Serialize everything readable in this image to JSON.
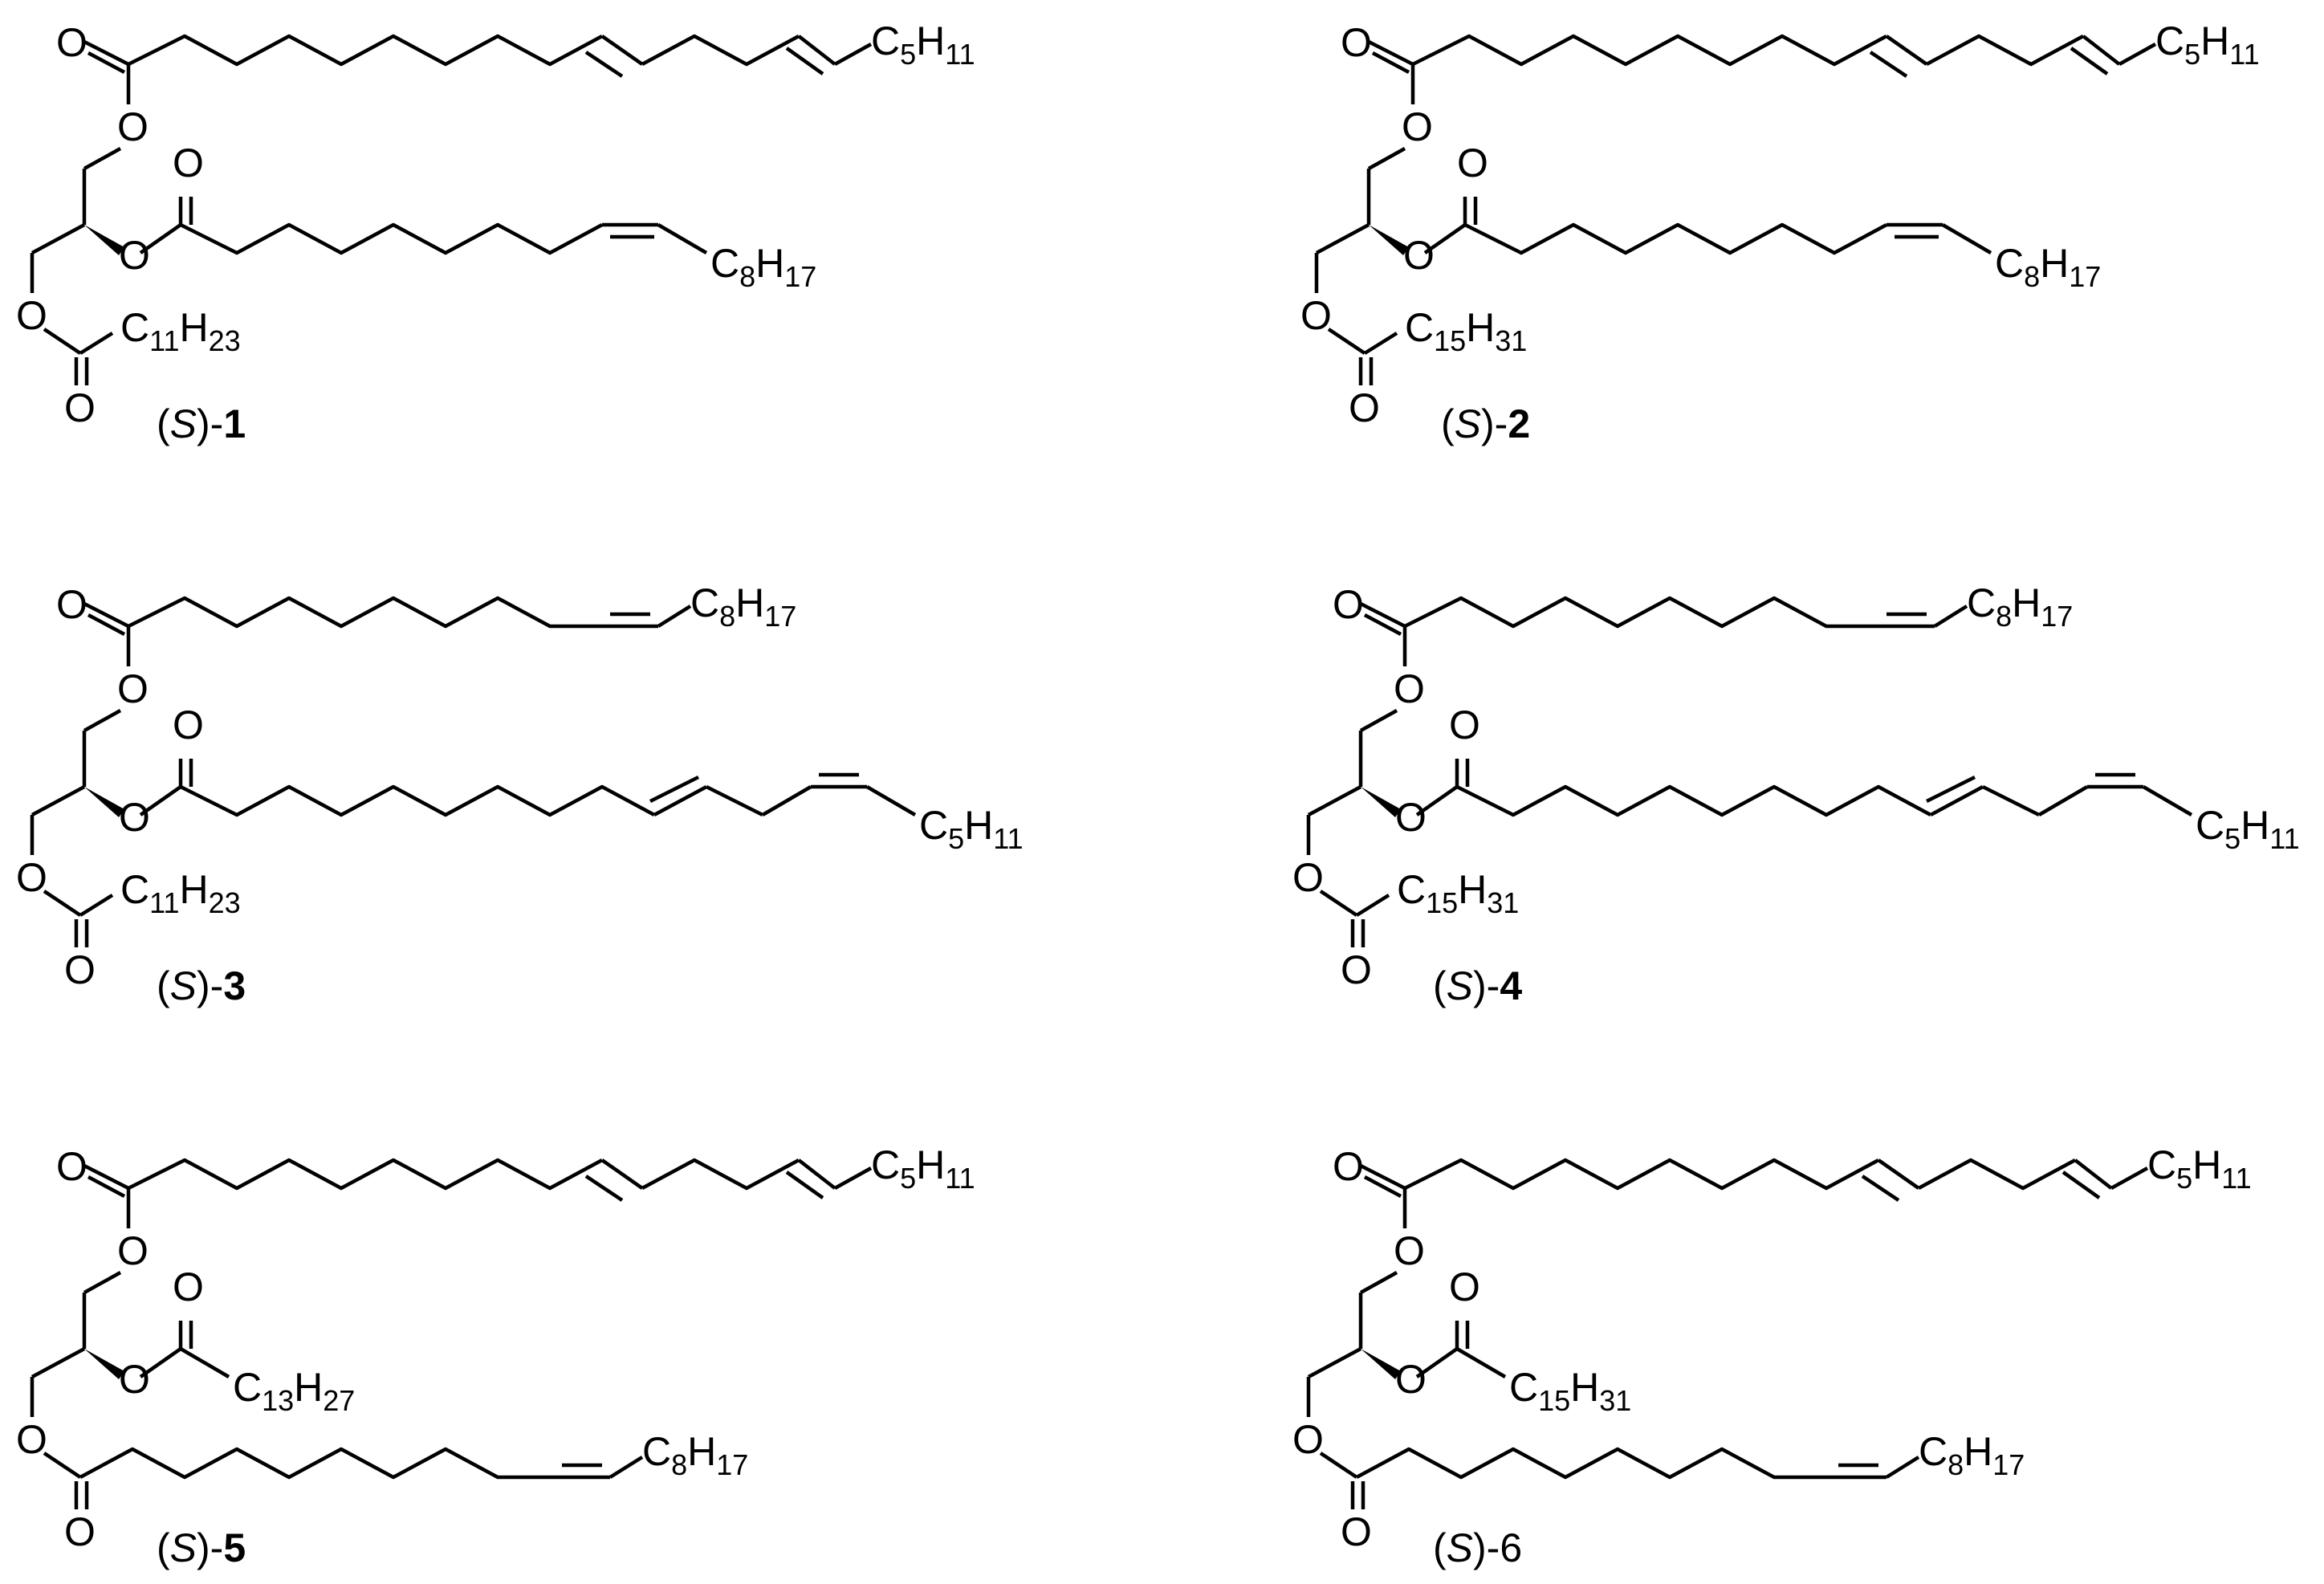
{
  "molecules": [
    {
      "id": "1",
      "label": {
        "prefix": "(",
        "stereo": "S",
        "suffix": ")-",
        "num": "1"
      },
      "chains": {
        "c1": {
          "groups": [
            [
              "C",
              ""
            ],
            [
              "5",
              ""
            ],
            [
              "H",
              ""
            ],
            [
              "11",
              ""
            ]
          ]
        }
      }
    },
    {
      "id": "2",
      "label": {
        "prefix": "(",
        "stereo": "S",
        "suffix": ")-",
        "num": "2"
      }
    },
    {
      "id": "3",
      "label": {
        "prefix": "(",
        "stereo": "S",
        "suffix": ")-",
        "num": "3"
      }
    },
    {
      "id": "4",
      "label": {
        "prefix": "(",
        "stereo": "S",
        "suffix": ")-",
        "num": "4"
      }
    },
    {
      "id": "5",
      "label": {
        "prefix": "(",
        "stereo": "S",
        "suffix": ")-",
        "num": "5"
      }
    },
    {
      "id": "6",
      "label": {
        "prefix": "(",
        "stereo": "S",
        "suffix": ")-",
        "num": "6"
      }
    }
  ],
  "atoms": {
    "oxygen": "O"
  },
  "groups": {
    "C5H11": {
      "C": "C",
      "n1": "5",
      "H": "H",
      "n2": "11"
    },
    "C8H17": {
      "C": "C",
      "n1": "8",
      "H": "H",
      "n2": "17"
    },
    "C11H23": {
      "C": "C",
      "n1": "11",
      "H": "H",
      "n2": "23"
    },
    "C13H27": {
      "C": "C",
      "n1": "13",
      "H": "H",
      "n2": "27"
    },
    "C15H31": {
      "C": "C",
      "n1": "15",
      "H": "H",
      "n2": "31"
    }
  }
}
